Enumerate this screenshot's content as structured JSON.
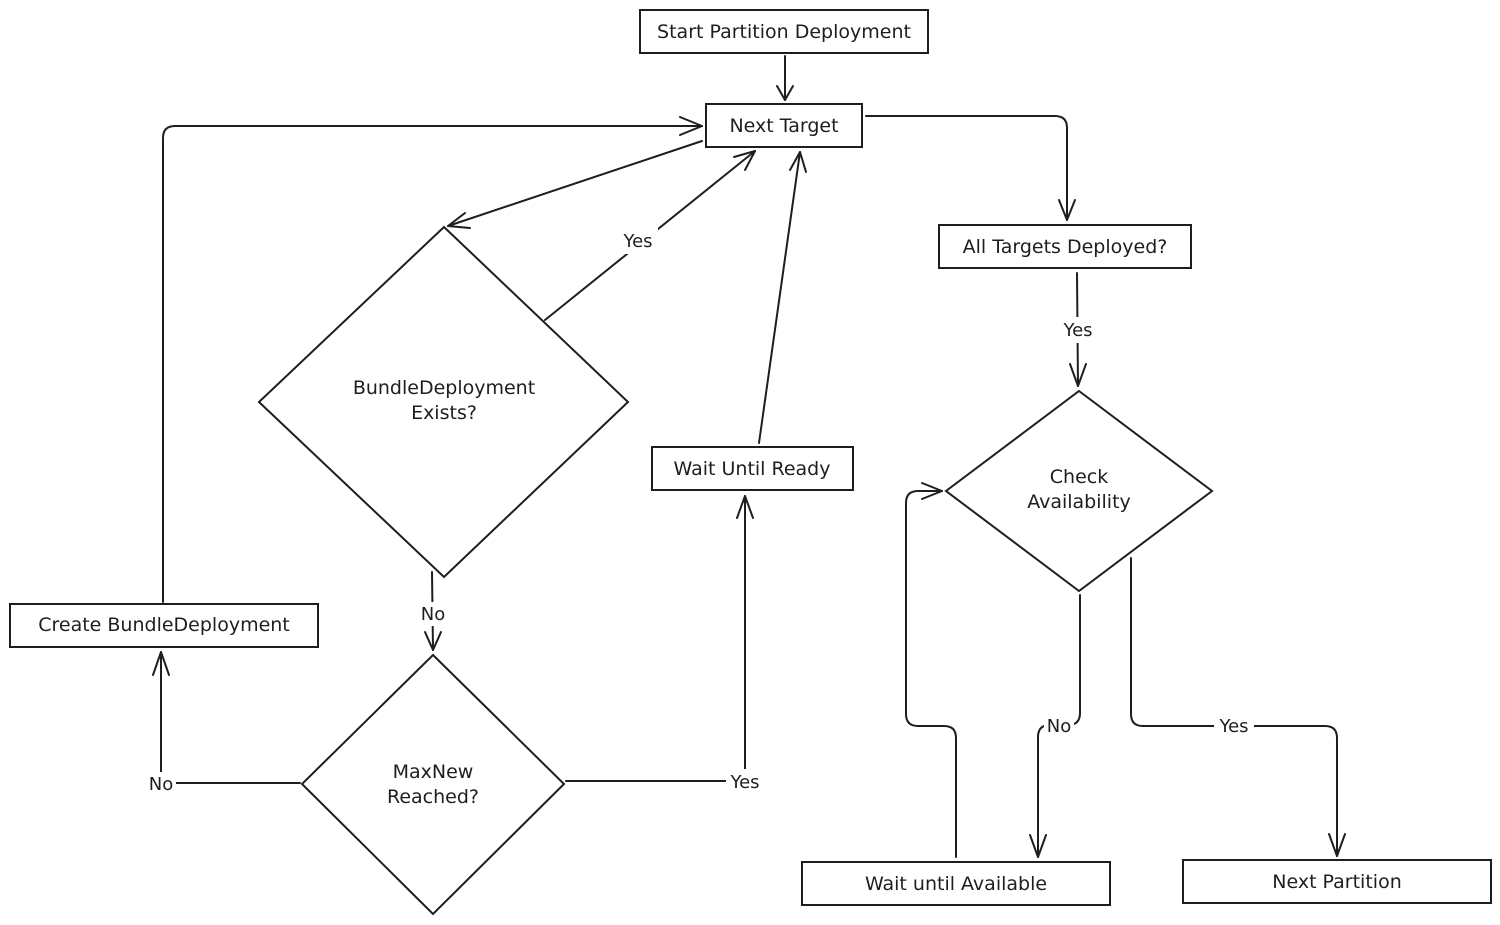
{
  "diagram": {
    "nodes": {
      "start": "Start Partition Deployment",
      "next_target": "Next Target",
      "bundle_exists": [
        "BundleDeployment",
        "Exists?"
      ],
      "wait_ready": "Wait Until Ready",
      "create_bd": "Create BundleDeployment",
      "maxnew": [
        "MaxNew",
        "Reached?"
      ],
      "all_deployed": "All Targets Deployed?",
      "check_avail": [
        "Check",
        "Availability"
      ],
      "wait_available": "Wait until Available",
      "next_partition": "Next Partition"
    },
    "edge_labels": {
      "exists_yes": "Yes",
      "exists_no": "No",
      "maxnew_no": "No",
      "maxnew_yes": "Yes",
      "all_yes": "Yes",
      "avail_no": "No",
      "avail_yes": "Yes"
    },
    "colors": {
      "stroke": "#1e1e1e",
      "background": "#ffffff"
    }
  }
}
